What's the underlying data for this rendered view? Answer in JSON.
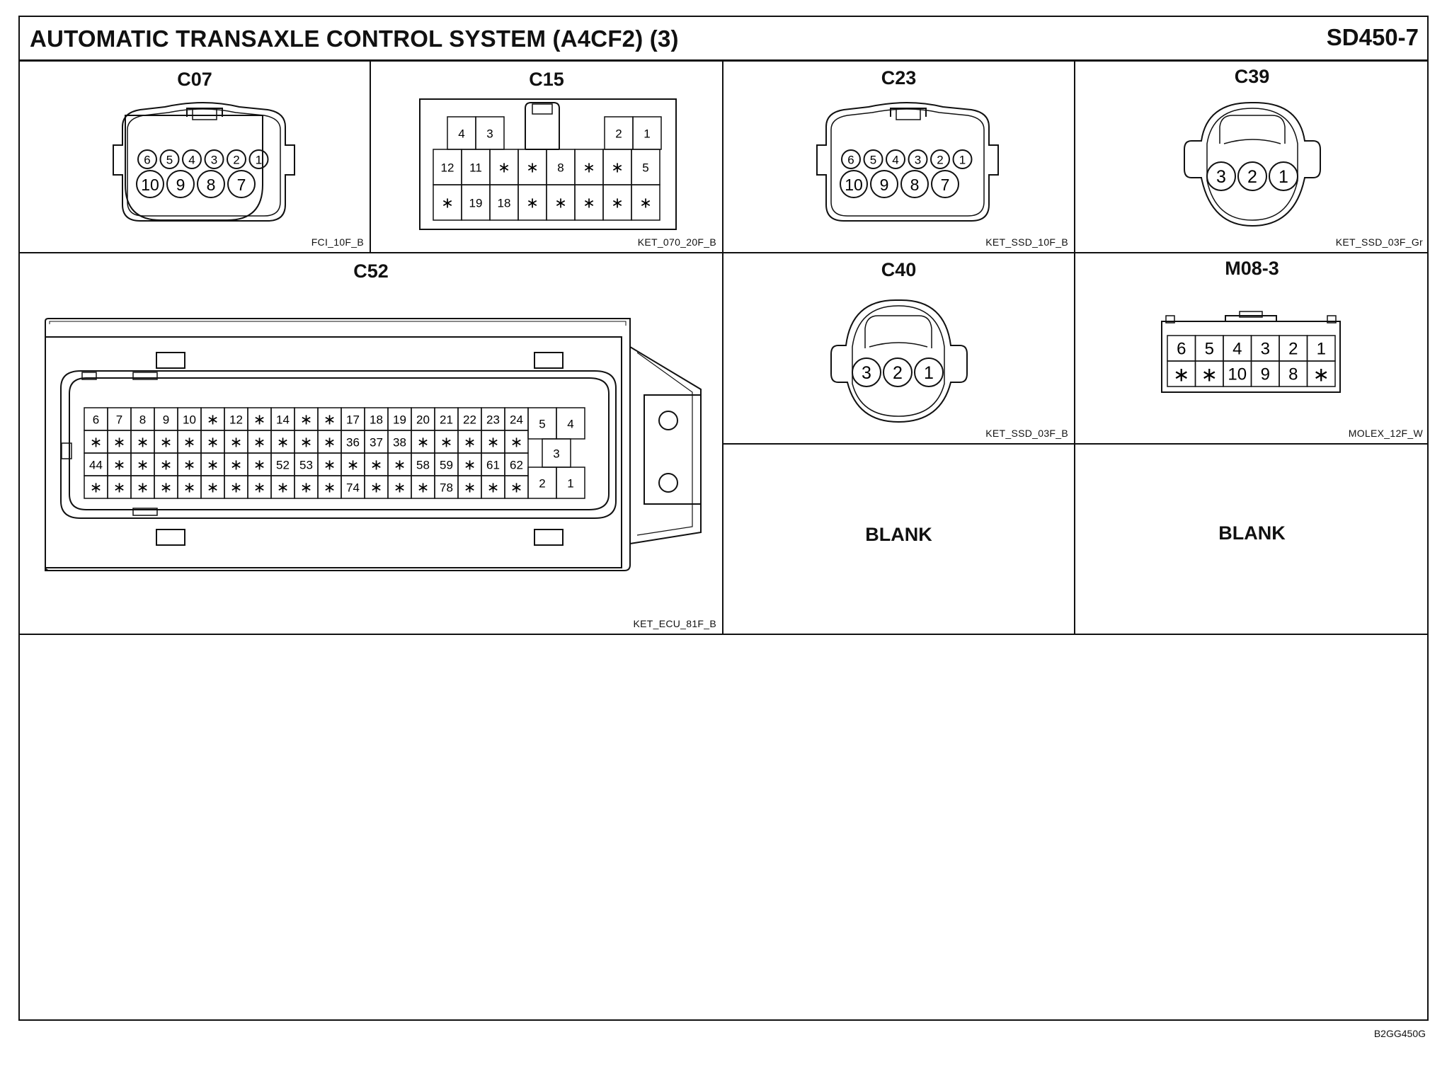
{
  "header": {
    "title": "AUTOMATIC TRANSAXLE CONTROL SYSTEM (A4CF2) (3)",
    "code": "SD450-7"
  },
  "footer_code": "B2GG450G",
  "connectors": {
    "c07": {
      "name": "C07",
      "part": "FCI_10F_B",
      "top_pins": [
        "6",
        "5",
        "4",
        "3",
        "2",
        "1"
      ],
      "bottom_pins": [
        "10",
        "9",
        "8",
        "7"
      ]
    },
    "c15": {
      "name": "C15",
      "part": "KET_070_20F_B",
      "upper_left": [
        "4",
        "3"
      ],
      "upper_right": [
        "2",
        "1"
      ],
      "row1": [
        "12",
        "11",
        "*",
        "*",
        "8",
        "*",
        "*",
        "5"
      ],
      "row2": [
        "*",
        "19",
        "18",
        "*",
        "*",
        "*",
        "*",
        "*"
      ]
    },
    "c23": {
      "name": "C23",
      "part": "KET_SSD_10F_B",
      "top_pins": [
        "6",
        "5",
        "4",
        "3",
        "2",
        "1"
      ],
      "bottom_pins": [
        "10",
        "9",
        "8",
        "7"
      ]
    },
    "c39": {
      "name": "C39",
      "part": "KET_SSD_03F_Gr",
      "pins": [
        "3",
        "2",
        "1"
      ]
    },
    "c40": {
      "name": "C40",
      "part": "KET_SSD_03F_B",
      "pins": [
        "3",
        "2",
        "1"
      ]
    },
    "m08_3": {
      "name": "M08-3",
      "part": "MOLEX_12F_W",
      "row1": [
        "6",
        "5",
        "4",
        "3",
        "2",
        "1"
      ],
      "row2": [
        "*",
        "*",
        "10",
        "9",
        "8",
        "*"
      ]
    },
    "c52": {
      "name": "C52",
      "part": "KET_ECU_81F_B",
      "rows": [
        [
          "6",
          "7",
          "8",
          "9",
          "10",
          "*",
          "12",
          "*",
          "14",
          "*",
          "*",
          "17",
          "18",
          "19",
          "20",
          "21",
          "22",
          "23",
          "24"
        ],
        [
          "*",
          "*",
          "*",
          "*",
          "*",
          "*",
          "*",
          "*",
          "*",
          "*",
          "*",
          "36",
          "37",
          "38",
          "*",
          "*",
          "*",
          "*",
          "*"
        ],
        [
          "44",
          "*",
          "*",
          "*",
          "*",
          "*",
          "*",
          "*",
          "52",
          "53",
          "*",
          "*",
          "*",
          "*",
          "58",
          "59",
          "*",
          "61",
          "62"
        ],
        [
          "*",
          "*",
          "*",
          "*",
          "*",
          "*",
          "*",
          "*",
          "*",
          "*",
          "*",
          "74",
          "*",
          "*",
          "*",
          "78",
          "*",
          "*",
          "*"
        ]
      ],
      "side_pins": {
        "top_left": "5",
        "top_right": "4",
        "middle": "3",
        "bottom_left": "2",
        "bottom_right": "1"
      }
    }
  },
  "blanks": {
    "left": "BLANK",
    "right": "BLANK"
  }
}
